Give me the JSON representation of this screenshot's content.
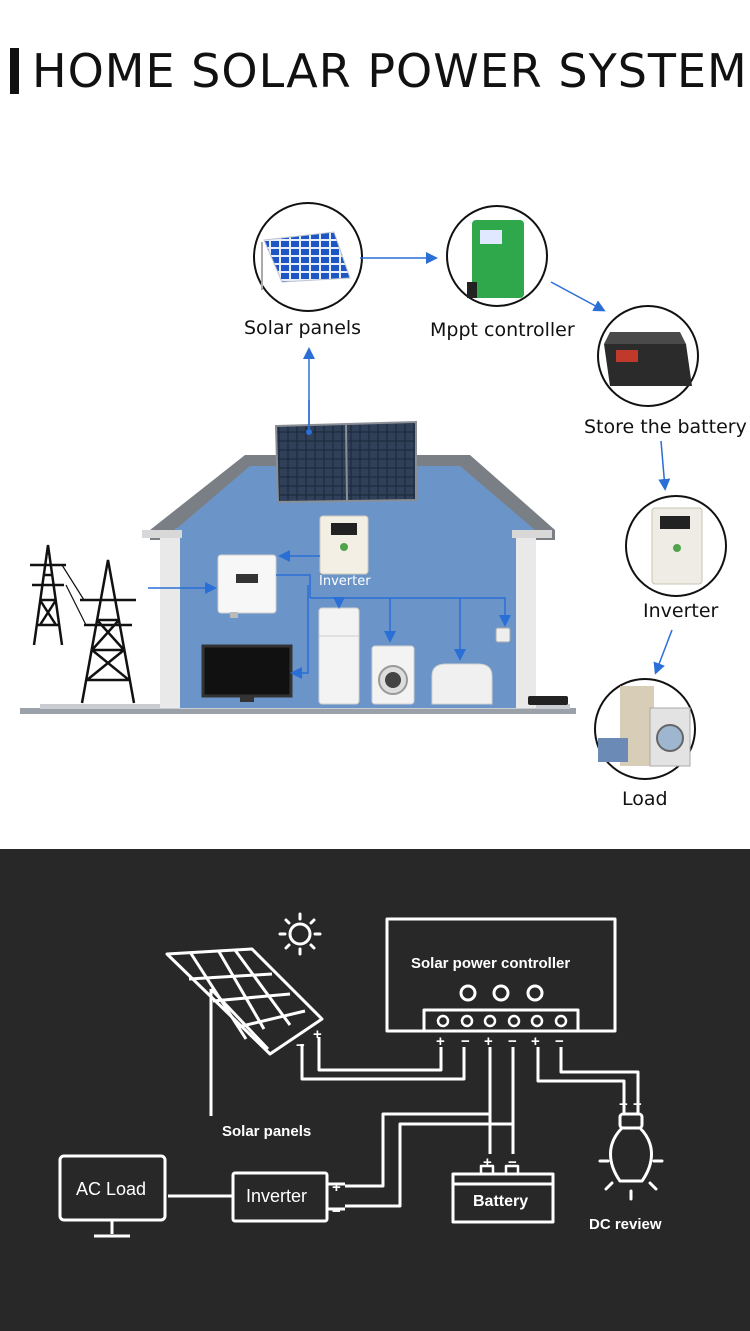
{
  "header": {
    "title": "HOME SOLAR POWER SYSTEM"
  },
  "flow": {
    "solar_panels": "Solar panels",
    "mppt_controller": "Mppt controller",
    "store_battery": "Store the battery",
    "inverter": "Inverter",
    "load": "Load",
    "house_inverter": "Inverter"
  },
  "wiring": {
    "controller": "Solar power controller",
    "solar_panels": "Solar panels",
    "ac_load": "AC Load",
    "inverter": "Inverter",
    "battery": "Battery",
    "dc_review": "DC review"
  },
  "colors": {
    "arrow": "#2a6fd6",
    "house_wall": "#6b95c8",
    "roof": "#7a7f86",
    "dark_bg": "#282828"
  }
}
